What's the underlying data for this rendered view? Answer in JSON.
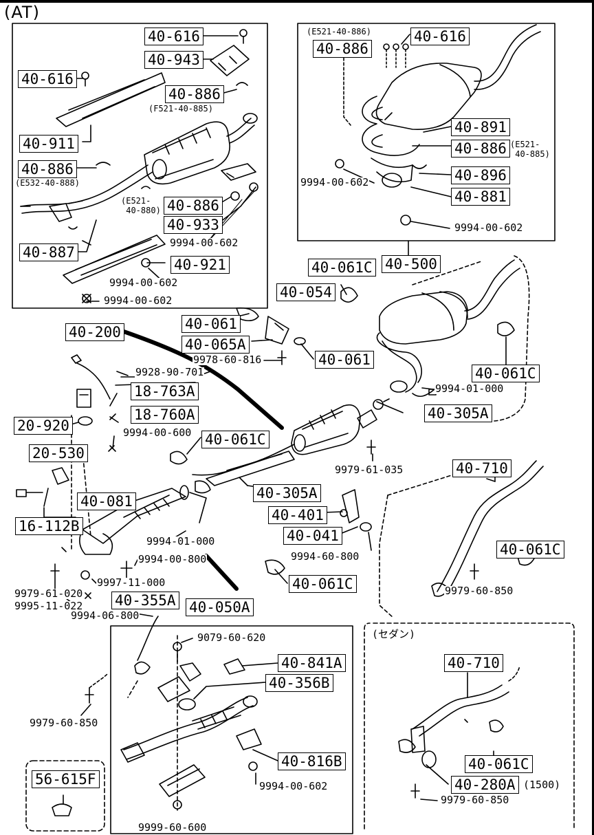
{
  "title": "(AT)",
  "box_labels": {
    "l01": "40-616",
    "l02": "40-943",
    "l03": "40-616",
    "l04": "40-886",
    "l05": "40-911",
    "l06": "40-886",
    "l07": "40-886",
    "l08": "40-933",
    "l09": "40-887",
    "l10": "40-921",
    "l11": "40-616",
    "l12": "40-886",
    "l13": "40-891",
    "l14": "40-886",
    "l15": "40-896",
    "l16": "40-881",
    "l17": "40-500",
    "l18": "40-061C",
    "l19": "40-054",
    "l20": "40-061",
    "l21": "40-065A",
    "l22": "40-061",
    "l23": "40-200",
    "l24": "40-061C",
    "l25": "18-763A",
    "l26": "18-760A",
    "l27": "20-920",
    "l28": "40-305A",
    "l29": "40-061C",
    "l30": "20-530",
    "l31": "40-305A",
    "l32": "40-710",
    "l33": "40-081",
    "l34": "40-401",
    "l35": "40-041",
    "l36": "16-112B",
    "l37": "40-061C",
    "l38": "40-061C",
    "l39": "40-355A",
    "l40": "40-050A",
    "l41": "40-841A",
    "l42": "40-356B",
    "l43": "40-816B",
    "l44": "56-615F",
    "l45": "40-710",
    "l46": "40-061C",
    "l47": "40-280A"
  },
  "plain_labels": {
    "p01": "9994-00-602",
    "p02": "9994-00-602",
    "p03": "9994-00-602",
    "p04": "9994-00-602",
    "p05": "9994-00-602",
    "p06": "9978-60-816",
    "p07": "9928-90-701",
    "p08": "9994-01-000",
    "p09": "9994-00-600",
    "p10": "9979-61-035",
    "p11": "9994-01-000",
    "p12": "9994-60-800",
    "p13": "9994-00-800",
    "p14": "9997-11-000",
    "p15": "9979-61-020",
    "p16": "9995-11-022",
    "p17": "9994-06-800",
    "p18": "9979-60-850",
    "p19": "9079-60-620",
    "p20": "9979-60-850",
    "p21": "9994-00-602",
    "p22": "9999-60-600",
    "p23": "9979-60-850",
    "p24": "(1500)",
    "p25": "(セダン)"
  },
  "ref_notes": {
    "r1": "(F521-40-885)",
    "r2": "(E532-40-888)",
    "r3": "(E521-\n 40-880)",
    "r4": "(E521-40-886)",
    "r5": "(E521-\n 40-885)"
  }
}
